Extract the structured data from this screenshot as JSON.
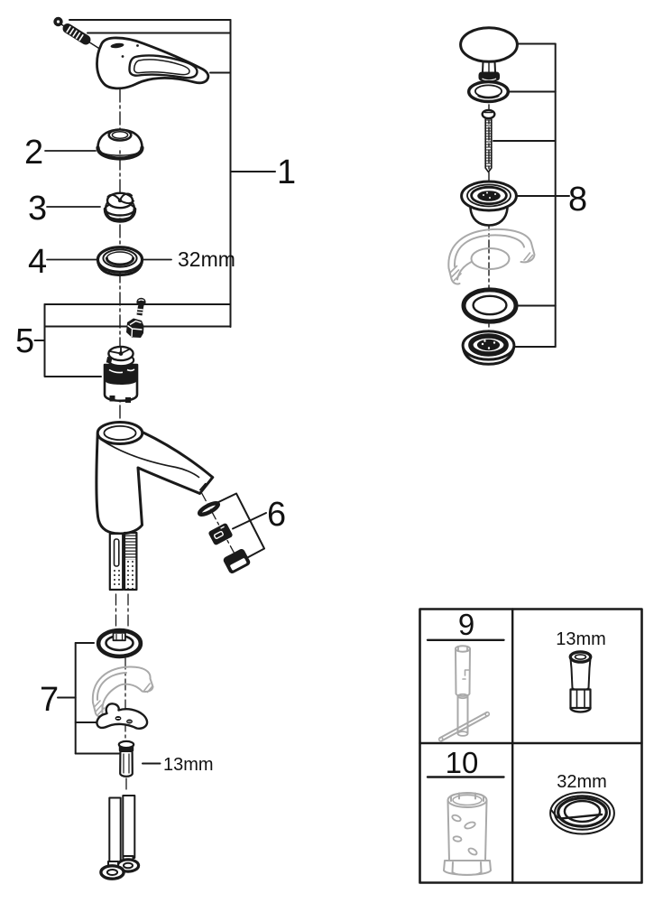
{
  "figure": {
    "kind": "exploded-parts-diagram",
    "background": "#ffffff",
    "line_color": "#1a1a1a",
    "ghost_color": "#a9a9a9"
  },
  "callouts": {
    "c1": "1",
    "c2": "2",
    "c3": "3",
    "c4": "4",
    "c5": "5",
    "c6": "6",
    "c7": "7",
    "c8": "8"
  },
  "dimensions": {
    "ring_nut_size": "32mm",
    "mounting_stud_size": "13mm"
  },
  "tool_table": {
    "row1": {
      "number": "9",
      "tool_size": "13mm"
    },
    "row2": {
      "number": "10",
      "tool_size": "32mm"
    }
  }
}
